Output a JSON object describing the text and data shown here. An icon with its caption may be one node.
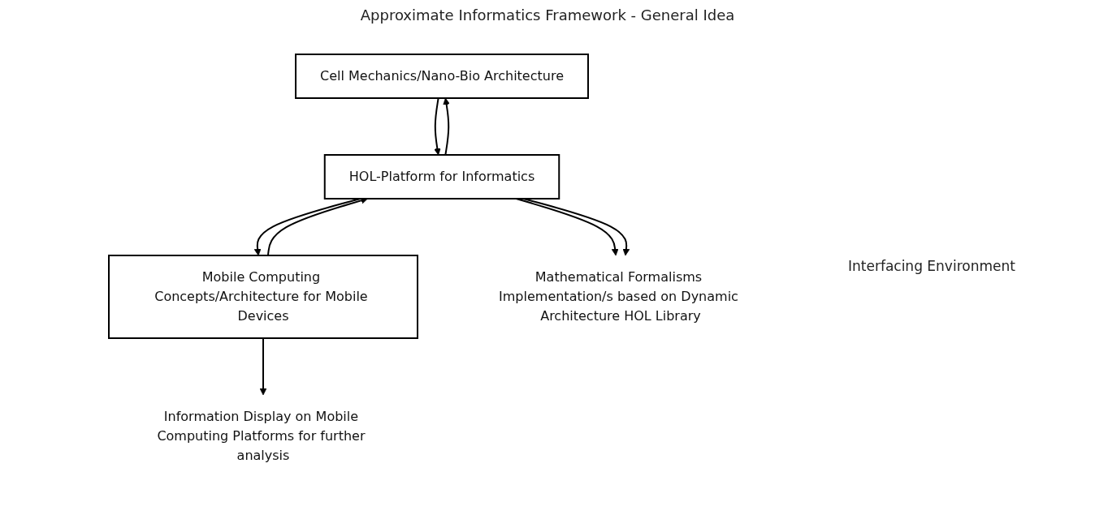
{
  "diagram": {
    "title": "Approximate Informatics Framework - General Idea",
    "nodes": [
      {
        "text": [
          "Cell Mechanics/Nano-Bio Architecture"
        ]
      },
      {
        "text": [
          "Mobile Computing Concepts/Architecture for Mobile Devices"
        ]
      },
      {
        "text": [
          "Information Display on Mobile Computing Platforms for further analysis"
        ]
      },
      {
        "text": [
          "HOL-Platform for Informatics"
        ]
      },
      {
        "text": [
          "Mathematical Formalisms Implementation/s based on Dynamic Architecture HOL Library"
        ]
      }
    ],
    "edges": [
      {
        "from": 3,
        "to": 0,
        "arrow": "to"
      },
      {
        "from": 0,
        "to": 3,
        "arrow": "to"
      },
      {
        "from": 3,
        "to": 1,
        "arrow": "to"
      },
      {
        "from": 1,
        "to": 3,
        "arrow": "to"
      },
      {
        "from": 1,
        "to": 2,
        "arrow": "to"
      },
      {
        "from": 3,
        "to": 4,
        "arrow": "to"
      },
      {
        "from": 3,
        "to": 4,
        "arrow": "to"
      }
    ],
    "labels": [
      "Interfacing Environment"
    ]
  }
}
